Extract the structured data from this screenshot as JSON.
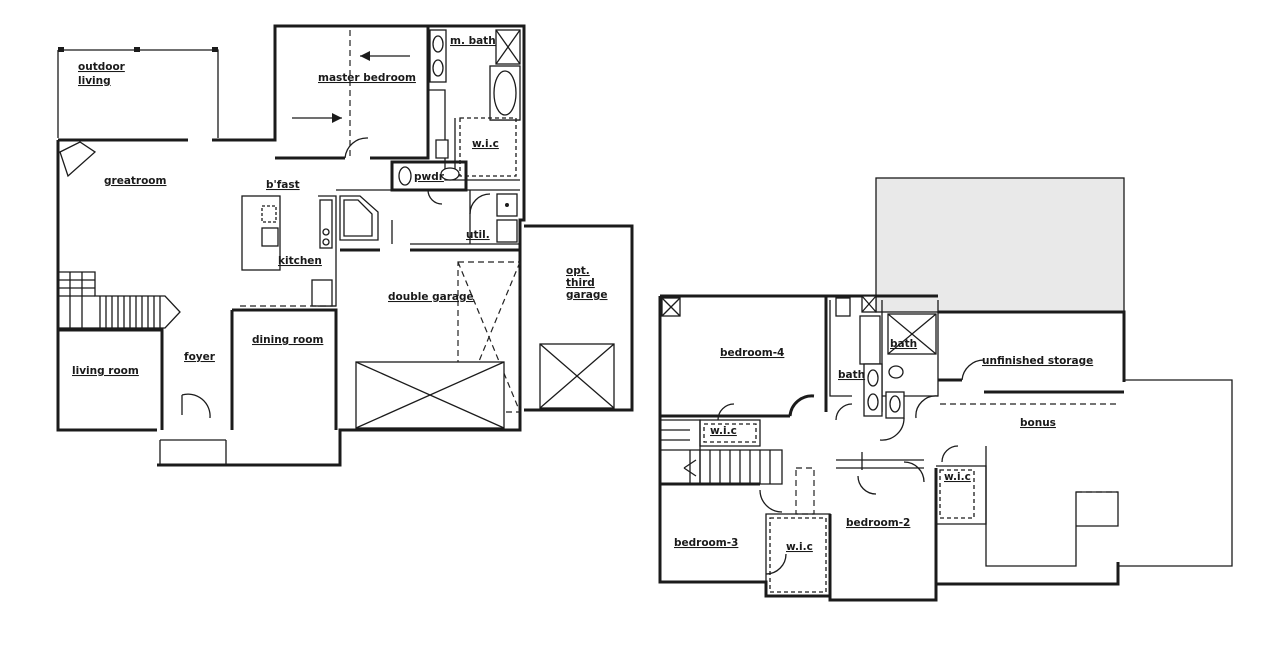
{
  "first_floor": {
    "rooms": {
      "outdoor_living": "outdoor living",
      "master_bedroom": "master bedroom",
      "master_bath": "m. bath",
      "master_wic": "w.i.c",
      "powder": "pwdr",
      "greatroom": "greatroom",
      "breakfast": "b'fast",
      "kitchen": "kitchen",
      "utility": "util.",
      "double_garage": "double garage",
      "third_garage": "opt. third garage",
      "living_room": "living room",
      "foyer": "foyer",
      "dining_room": "dining room"
    }
  },
  "second_floor": {
    "rooms": {
      "bedroom_4": "bedroom-4",
      "bath_1": "bath",
      "bath_2": "bath",
      "unfinished_storage": "unfinished storage",
      "bonus": "bonus",
      "wic_1": "w.i.c",
      "wic_2": "w.i.c",
      "wic_3": "w.i.c",
      "bedroom_3": "bedroom-3",
      "bedroom_2": "bedroom-2"
    }
  }
}
